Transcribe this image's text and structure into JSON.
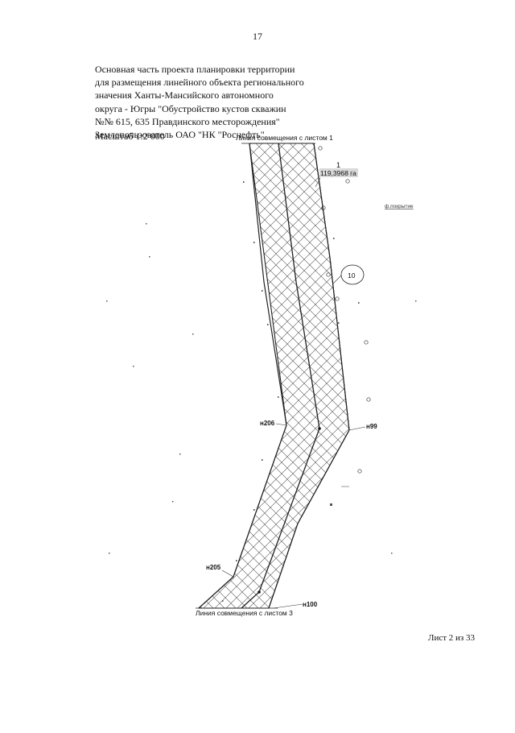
{
  "page_number": "17",
  "title_lines": [
    "Основная часть проекта планировки территории",
    "для размещения линейного объекта регионального",
    "значения Ханты-Мансийского автономного",
    "округа - Югры \"Обустройство кустов скважин",
    "№№ 615, 635 Правдинского месторождения\"",
    "Землепользователь ОАО \"НК \"Роснефть\""
  ],
  "scale_label": "Масштаб 1:2 000",
  "map": {
    "match_line_top": "Линия совмещения с листом 1",
    "match_line_bottom": "Линия совмещения с листом 3",
    "parcel_number": "1",
    "parcel_area": "119,3968 га",
    "side_label": "ф.покрытие",
    "circle_label": "10",
    "point_labels": {
      "h206": "н206",
      "h99": "н99",
      "h205": "н205",
      "h100": "н100"
    }
  },
  "sheet_label": "Лист 2 из 33",
  "colors": {
    "hatch": "#444444",
    "boundary": "#222222",
    "parcel_highlight": "#d9d9d9"
  }
}
